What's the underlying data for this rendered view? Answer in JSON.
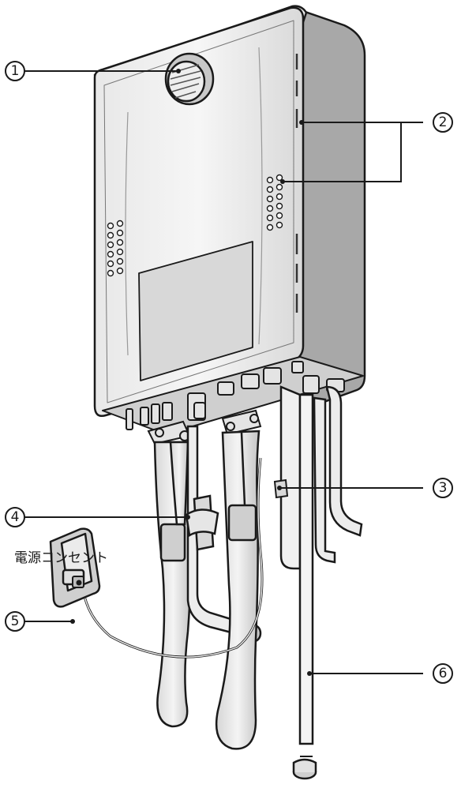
{
  "diagram": {
    "callouts": [
      "1",
      "2",
      "3",
      "4",
      "5",
      "6"
    ],
    "outlet_label": "電源コンセント"
  },
  "icons": [
    "exhaust-vent-icon",
    "water-heater-unit-icon",
    "power-outlet-icon",
    "power-plug-icon"
  ]
}
